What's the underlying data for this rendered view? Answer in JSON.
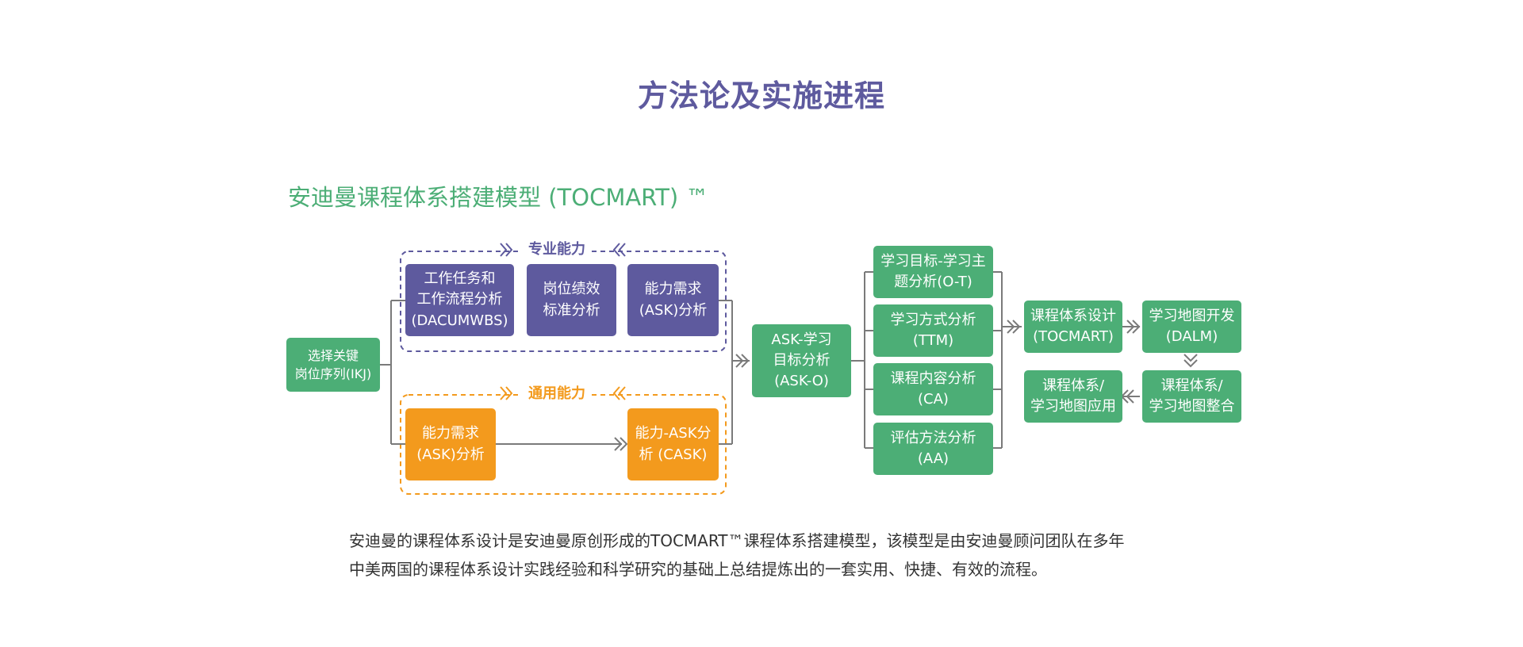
{
  "page_title": "方法论及实施进程",
  "model_title": "安迪曼课程体系搭建模型 (TOCMART) ™",
  "groups": {
    "professional": "专业能力",
    "general": "通用能力"
  },
  "nodes": {
    "ikj": "选择关键\n岗位序列(IKJ)",
    "dacum": "工作任务和\n工作流程分析\n(DACUMWBS)",
    "performance": "岗位绩效\n标准分析",
    "ask_top": "能力需求\n(ASK)分析",
    "ask_bottom": "能力需求\n(ASK)分析",
    "cask": "能力-ASK分\n析 (CASK)",
    "asko": "ASK-学习\n目标分析\n(ASK-O)",
    "ot": "学习目标-学习主\n题分析(O-T)",
    "ttm": "学习方式分析\n(TTM)",
    "ca": "课程内容分析\n(CA)",
    "aa": "评估方法分析\n(AA)",
    "tocmart": "课程体系设计\n(TOCMART)",
    "dalm": "学习地图开发\n(DALM)",
    "integrate": "课程体系/\n学习地图整合",
    "apply": "课程体系/\n学习地图应用"
  },
  "description": [
    "安迪曼的课程体系设计是安迪曼原创形成的TOCMART™课程体系搭建模型，该模型是由安迪曼顾问团队在多年",
    "中美两国的课程体系设计实践经验和科学研究的基础上总结提炼出的一套实用、快捷、有效的流程。"
  ],
  "colors": {
    "title_purple": "#5e5a9e",
    "green": "#4cae76",
    "purple": "#5e5a9e",
    "orange": "#f39a1d",
    "connector_gray": "#7a7a7a"
  }
}
